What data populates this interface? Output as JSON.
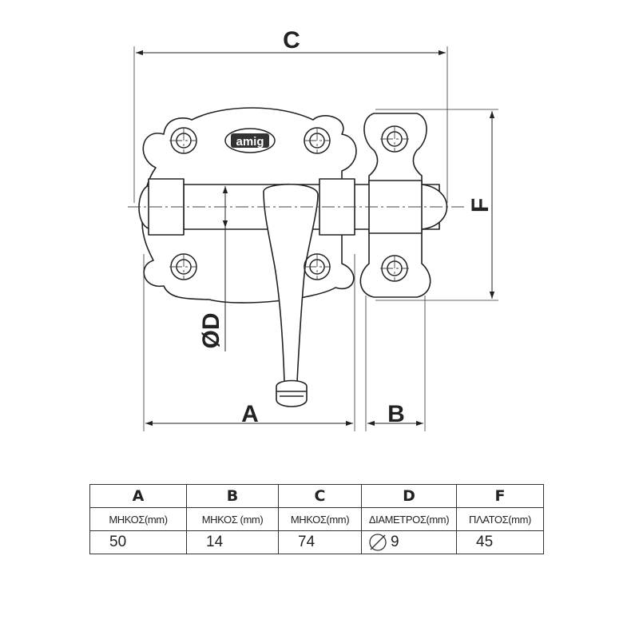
{
  "drawing": {
    "logo_text": "amig",
    "dimension_labels": {
      "a": "A",
      "b": "B",
      "c": "C",
      "d": "ØD",
      "f": "F"
    }
  },
  "table": {
    "headers": [
      "A",
      "B",
      "C",
      "D",
      "F"
    ],
    "subheaders": [
      "ΜΗΚΟΣ(mm)",
      "ΜΗΚΟΣ (mm)",
      "ΜΗΚΟΣ(mm)",
      "ΔΙΑΜΕΤΡΟΣ(mm)",
      "ΠΛΑΤΟΣ(mm)"
    ],
    "values": [
      "50",
      "14",
      "74",
      "9",
      "45"
    ],
    "diameter_symbol": "diameter-icon"
  }
}
